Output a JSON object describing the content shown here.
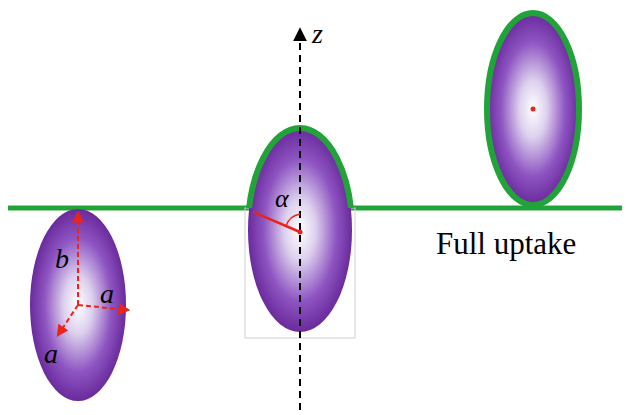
{
  "diagram": {
    "labels": [
      "z",
      "b",
      "a",
      "a",
      "α",
      "Full uptake"
    ]
  }
}
